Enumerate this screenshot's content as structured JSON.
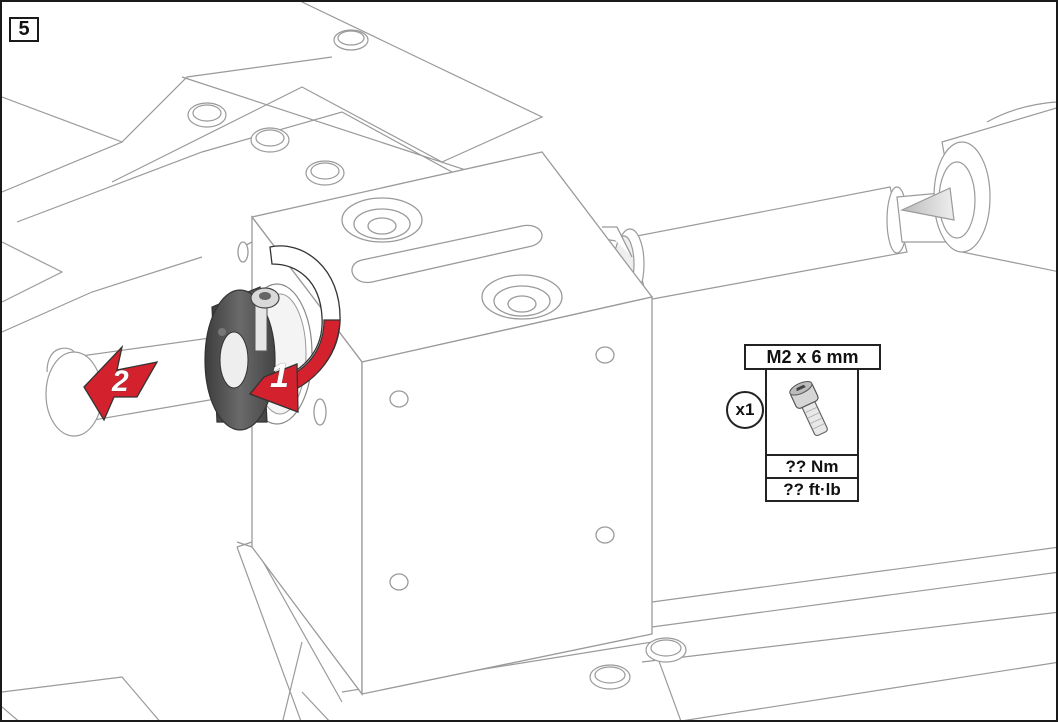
{
  "step": {
    "number": "5"
  },
  "arrows": [
    {
      "label": "1",
      "action": "rotate"
    },
    {
      "label": "2",
      "action": "pull"
    }
  ],
  "part_spec": {
    "size": "M2 x 6 mm",
    "quantity": "x1",
    "torque_nm": "?? Nm",
    "torque_ftlb": "?? ft·lb",
    "icon": "cap-screw-icon"
  },
  "colors": {
    "line": "#9a9a9a",
    "outline": "#222222",
    "arrow": "#d3222e",
    "collar": "#555555"
  }
}
